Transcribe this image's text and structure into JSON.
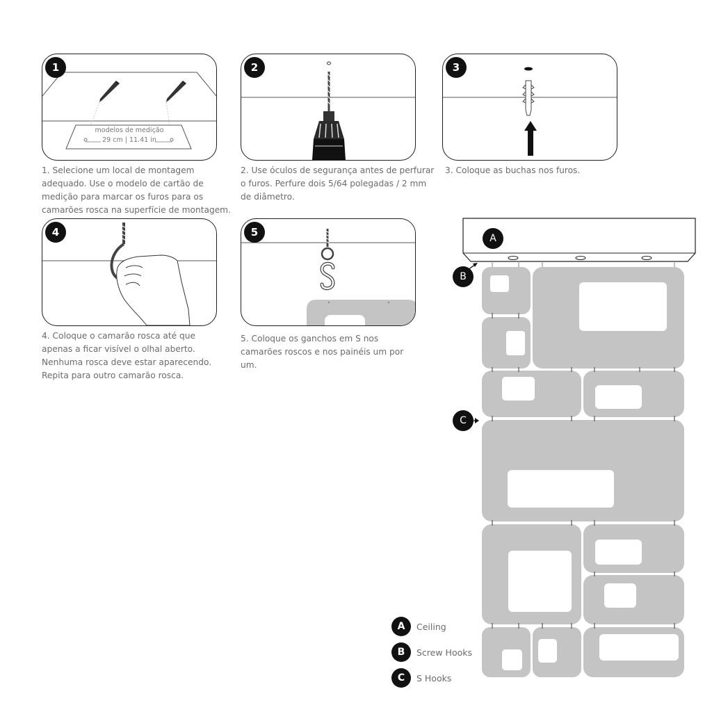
{
  "steps": [
    {
      "num": "1",
      "caption": "1. Selecione um local de montagem adequado. Use o modelo de cartão de medição para marcar os furos para os camarões rosca na superfície de montagem.",
      "template_title": "modelos de medição",
      "template_measure": "29 cm | 11.41 in"
    },
    {
      "num": "2",
      "caption": "2. Use óculos de segurança antes de perfurar o furos. Perfure dois 5/64 polegadas / 2 mm de diâmetro."
    },
    {
      "num": "3",
      "caption": "3. Coloque as buchas nos furos."
    },
    {
      "num": "4",
      "caption": "4. Coloque o camarão rosca até que apenas a ficar visível o olhal aberto. Nenhuma rosca deve estar aparecendo. Repita para outro camarão rosca."
    },
    {
      "num": "5",
      "caption": "5. Coloque os ganchos em S nos camarões roscos e nos painéis um por um."
    }
  ],
  "markers": {
    "a": "A",
    "b": "B",
    "c": "C"
  },
  "legend": [
    {
      "letter": "A",
      "label": "Ceiling"
    },
    {
      "letter": "B",
      "label": "Screw Hooks"
    },
    {
      "letter": "C",
      "label": "S Hooks"
    }
  ],
  "colors": {
    "panel_gray": "#c4c4c4",
    "line": "#1e1e1e",
    "badge": "#111111"
  }
}
